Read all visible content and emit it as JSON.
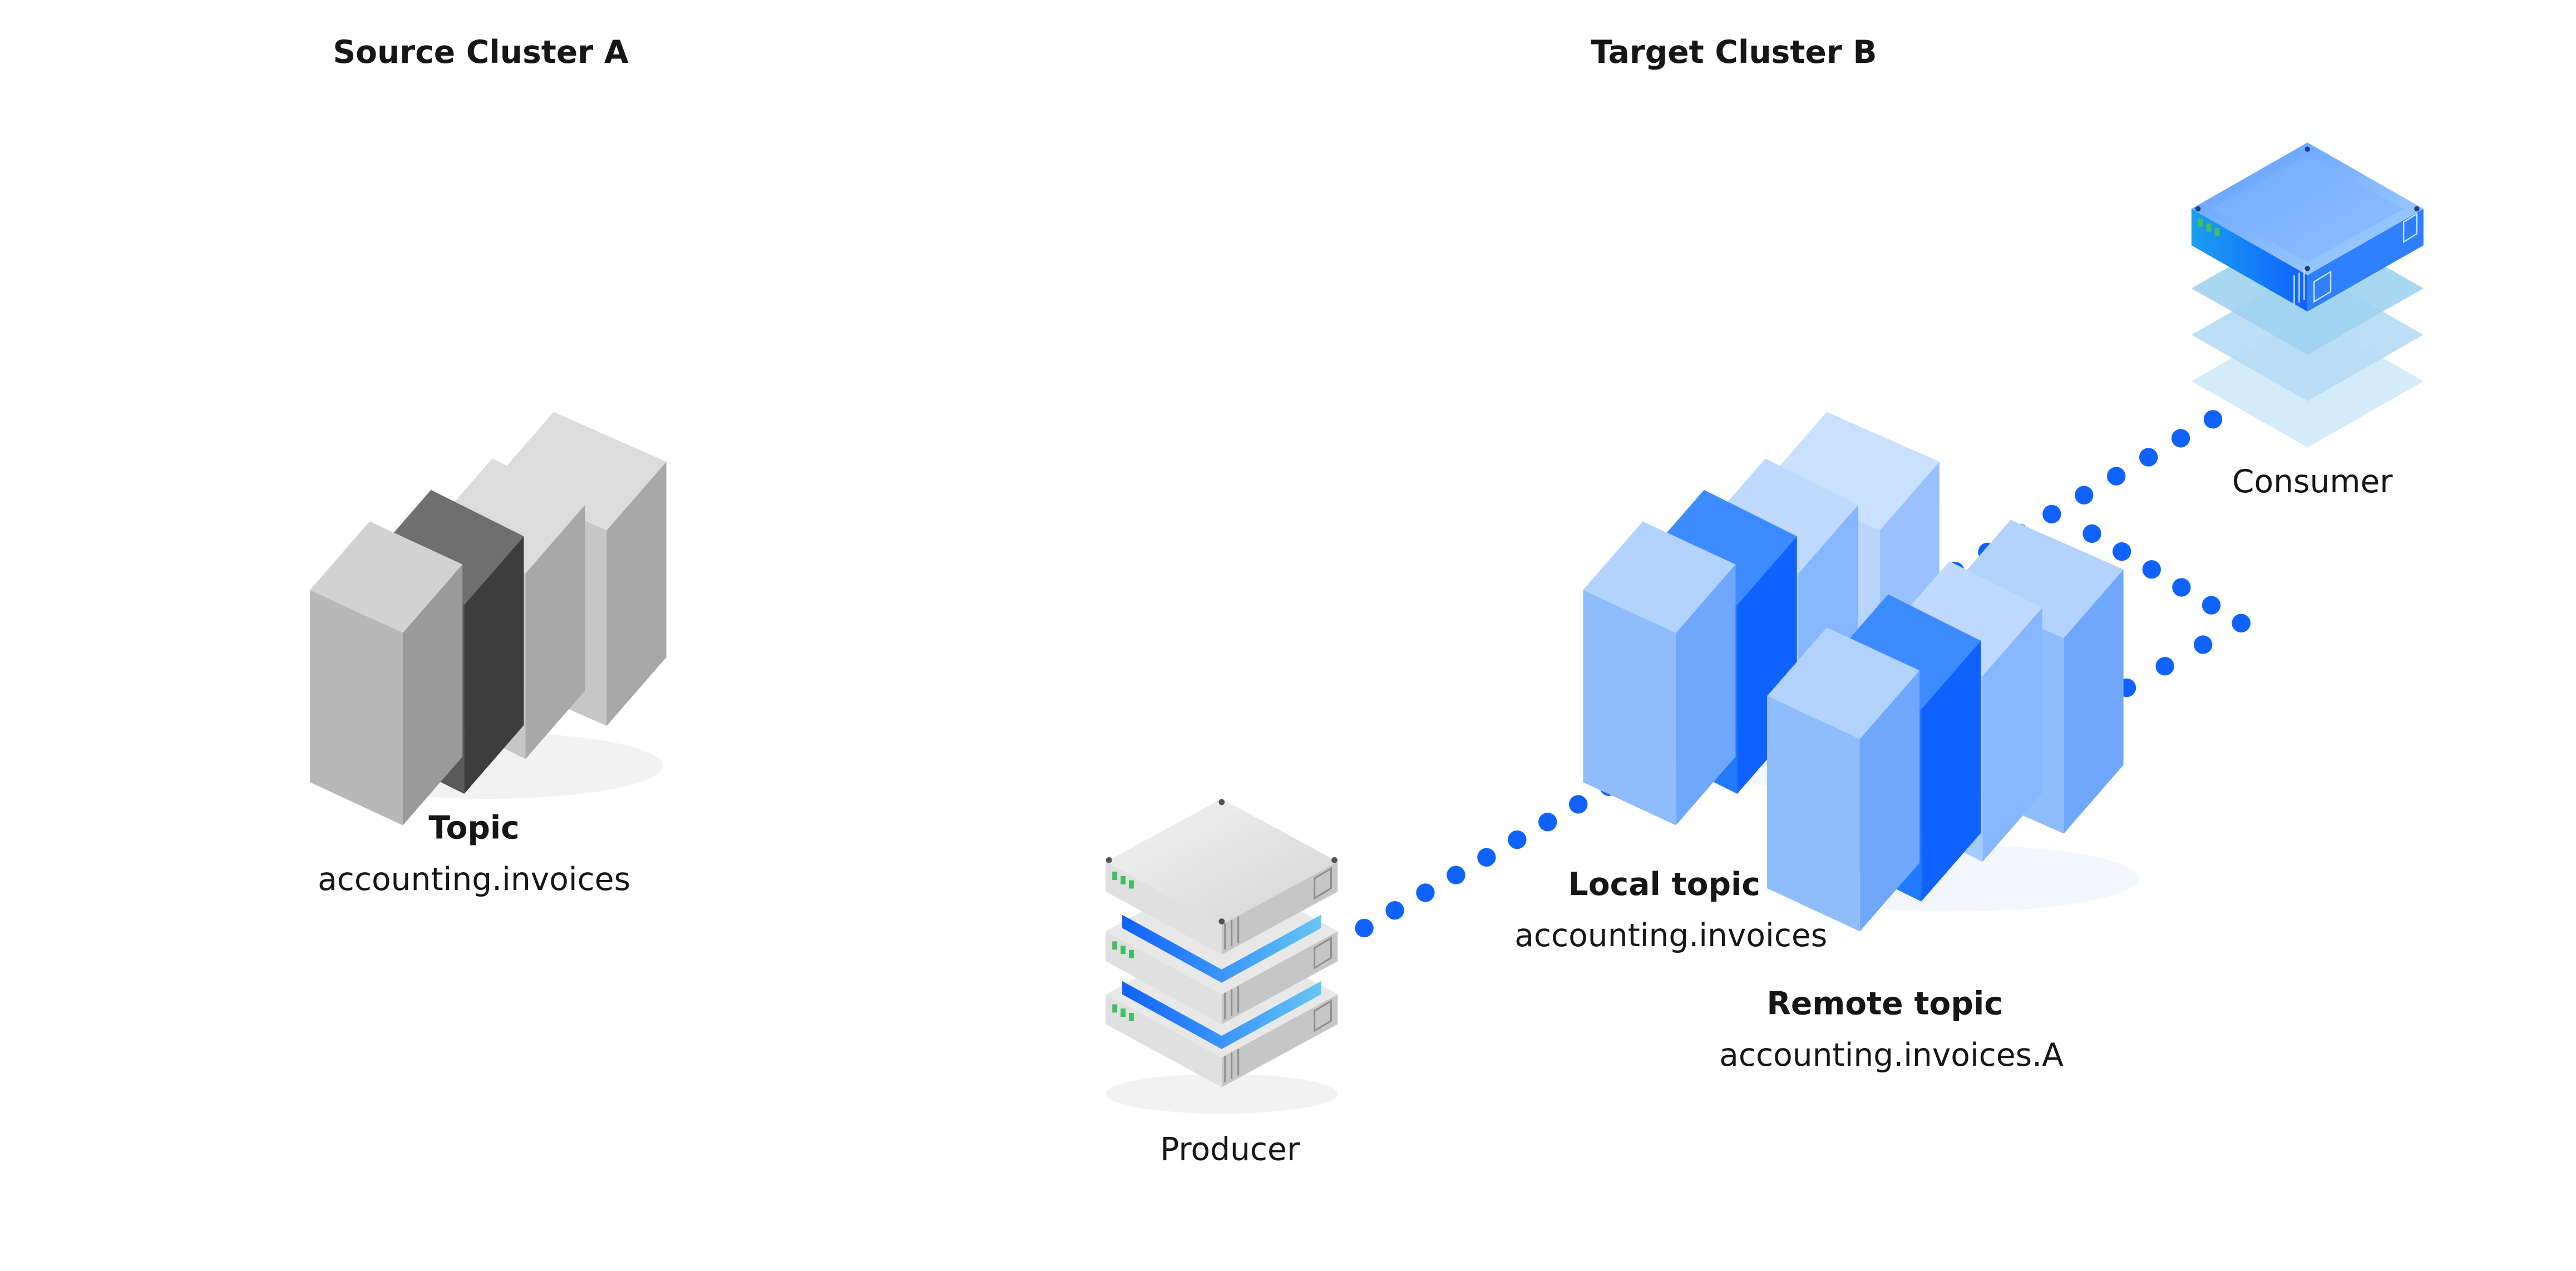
{
  "clusters": {
    "source_title": "Source Cluster A",
    "target_title": "Target Cluster B"
  },
  "source_topic": {
    "heading": "Topic",
    "name": "accounting.invoices"
  },
  "local_topic": {
    "heading": "Local topic",
    "name": "accounting.invoices"
  },
  "remote_topic": {
    "heading": "Remote topic",
    "name": "accounting.invoices.A"
  },
  "producer": {
    "label": "Producer"
  },
  "consumer": {
    "label": "Consumer"
  },
  "colors": {
    "accent_blue": "#0f62fe",
    "light_blue": "#8fbdfc",
    "gray_light": "#c6c6c6",
    "gray_dark": "#5a5a5a",
    "text": "#161616",
    "led_green": "#42be65"
  },
  "icons": {
    "source_topic": "partition-blocks-gray",
    "local_topic": "partition-blocks-blue",
    "remote_topic": "partition-blocks-blue",
    "producer": "server-stack-icon",
    "consumer": "layered-server-icon"
  }
}
